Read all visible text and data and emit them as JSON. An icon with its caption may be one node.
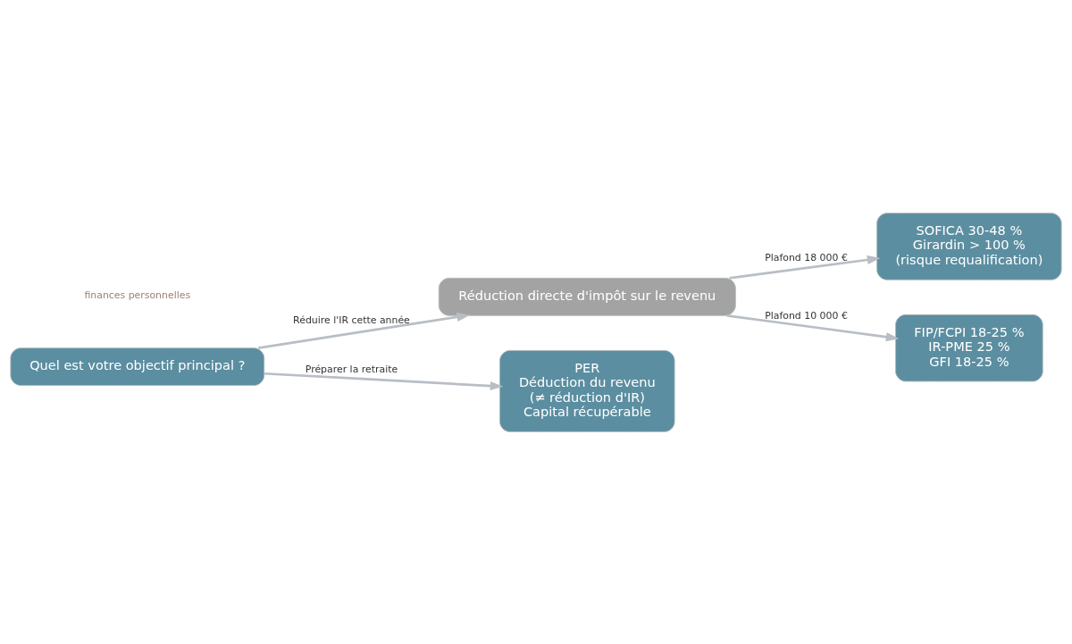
{
  "diagram": {
    "nodes": [
      {
        "text": [
          "Quel est votre objectif principal ?"
        ]
      },
      {
        "text": [
          "Réduction directe d'impôt sur le revenu"
        ]
      },
      {
        "text": [
          "PER",
          "Déduction du revenu",
          "(≠ réduction d'IR)",
          "Capital récupérable"
        ]
      },
      {
        "text": [
          "SOFICA 30-48 %",
          "Girardin > 100 %",
          "(risque requalification)"
        ]
      },
      {
        "text": [
          "FIP/FCPI 18-25 %",
          "IR-PME 25 %",
          "GFI 18-25 %"
        ]
      }
    ],
    "edges": [
      {
        "from": 0,
        "to": 1,
        "arrow": "to",
        "label": "Réduire l'IR cette année"
      },
      {
        "from": 0,
        "to": 2,
        "arrow": "to",
        "label": "Préparer la retraite"
      },
      {
        "from": 1,
        "to": 3,
        "arrow": "to",
        "label": "Plafond 18 000 €"
      },
      {
        "from": 1,
        "to": 4,
        "arrow": "to",
        "label": "Plafond 10 000 €"
      }
    ],
    "labels": [
      "finances personnelles"
    ]
  }
}
